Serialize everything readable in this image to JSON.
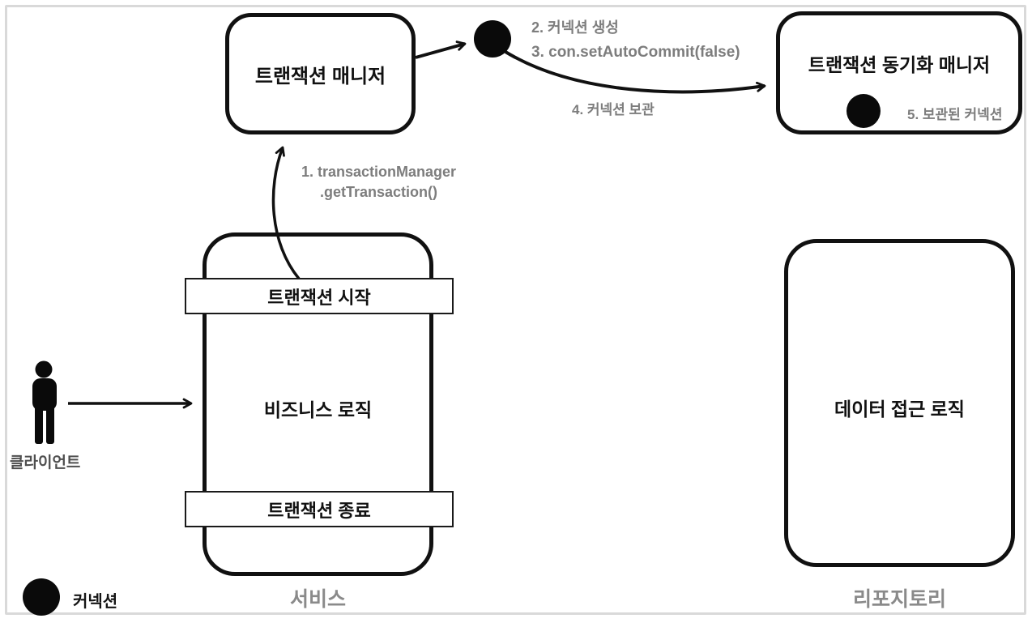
{
  "diagram": {
    "nodes": {
      "transaction_manager": {
        "label": "트랜잭션 매니저"
      },
      "sync_manager": {
        "label": "트랜잭션 동기화 매니저"
      },
      "service": {
        "caption": "서비스",
        "tx_start": "트랜잭션 시작",
        "business_logic": "비즈니스 로직",
        "tx_end": "트랜잭션 종료"
      },
      "repository": {
        "caption": "리포지토리",
        "data_access_logic": "데이터 접근 로직"
      }
    },
    "steps": {
      "step1_line1": "1. transactionManager",
      "step1_line2": ".getTransaction()",
      "step2": "2. 커넥션 생성",
      "step3": "3. con.setAutoCommit(false)",
      "step4": "4. 커넥션 보관",
      "step5": "5. 보관된 커넥션"
    },
    "actors": {
      "client_label": "클라이언트"
    },
    "legend": {
      "connection_label": "커넥션"
    },
    "colors": {
      "ink": "#111111",
      "connection_fill": "#0a0a0a",
      "step_label_gray": "#7d7d7d",
      "caption_gray": "#8a8a8a",
      "client_label_gray": "#4f4f4f",
      "frame_gray": "#d9d9d9"
    }
  }
}
